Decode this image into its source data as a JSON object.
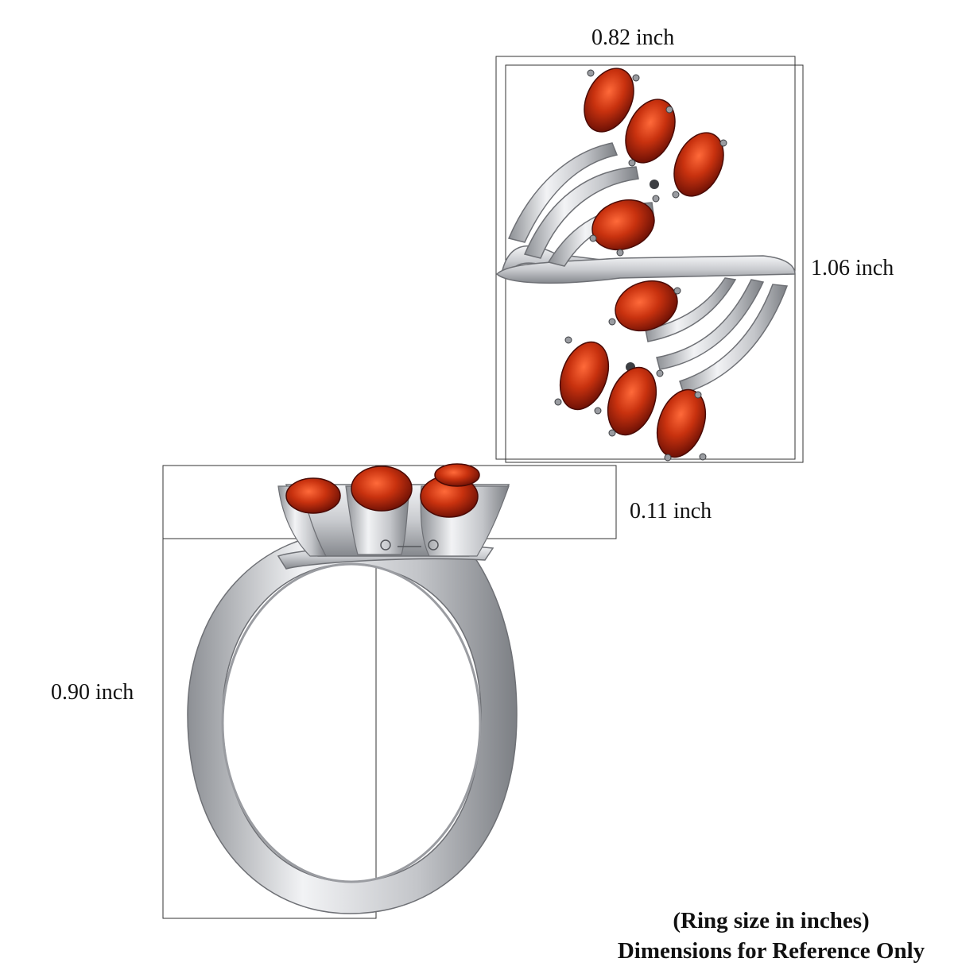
{
  "dimensions": {
    "top_width": "0.82 inch",
    "top_height": "1.06 inch",
    "side_depth": "0.11 inch",
    "side_height": "0.90 inch"
  },
  "caption": {
    "line1": "(Ring size in inches)",
    "line2": "Dimensions for Reference Only"
  },
  "colors": {
    "background": "#ffffff",
    "metal": "#c8c9cc",
    "metal_dark": "#6e7075",
    "gem": "#b8230e",
    "gem_dark": "#6a0d05",
    "gem_highlight": "#ff6a3a",
    "frame_line": "#333333"
  }
}
